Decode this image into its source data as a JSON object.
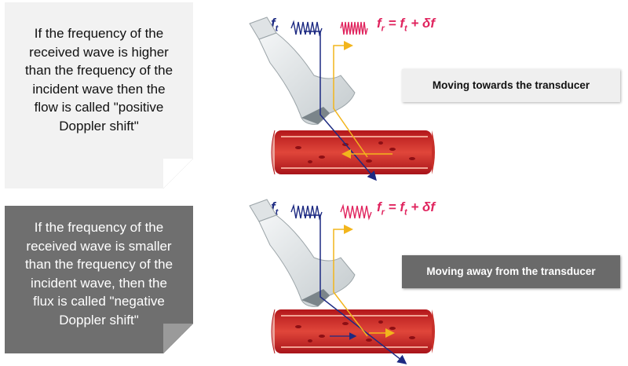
{
  "top_panel": {
    "note_text": "If the frequency of the received wave is higher than the frequency of the incident wave then the flow is called \"positive Doppler shift\"",
    "label": "Moving towards the transducer",
    "transmitted_symbol": "f",
    "transmitted_sub": "t",
    "formula_f": "f",
    "formula_sub_r": "r",
    "formula_eq": " = f",
    "formula_sub_t": "t",
    "formula_tail": " + δf"
  },
  "bottom_panel": {
    "note_text": "If the frequency of the received wave is smaller than the frequency of the incident wave, then the flux is called \"negative Doppler shift\"",
    "label": "Moving away from the transducer",
    "transmitted_symbol": "f",
    "transmitted_sub": "t",
    "formula_f": "f",
    "formula_sub_r": "r",
    "formula_eq": " = f",
    "formula_sub_t": "t",
    "formula_tail": " + δf"
  },
  "colors": {
    "transmitted": "#1d2a82",
    "received_wave": "#e0245e",
    "received_line": "#f2b51c",
    "vessel_outer": "#c81e1e",
    "vessel_inner": "#d8342c"
  }
}
